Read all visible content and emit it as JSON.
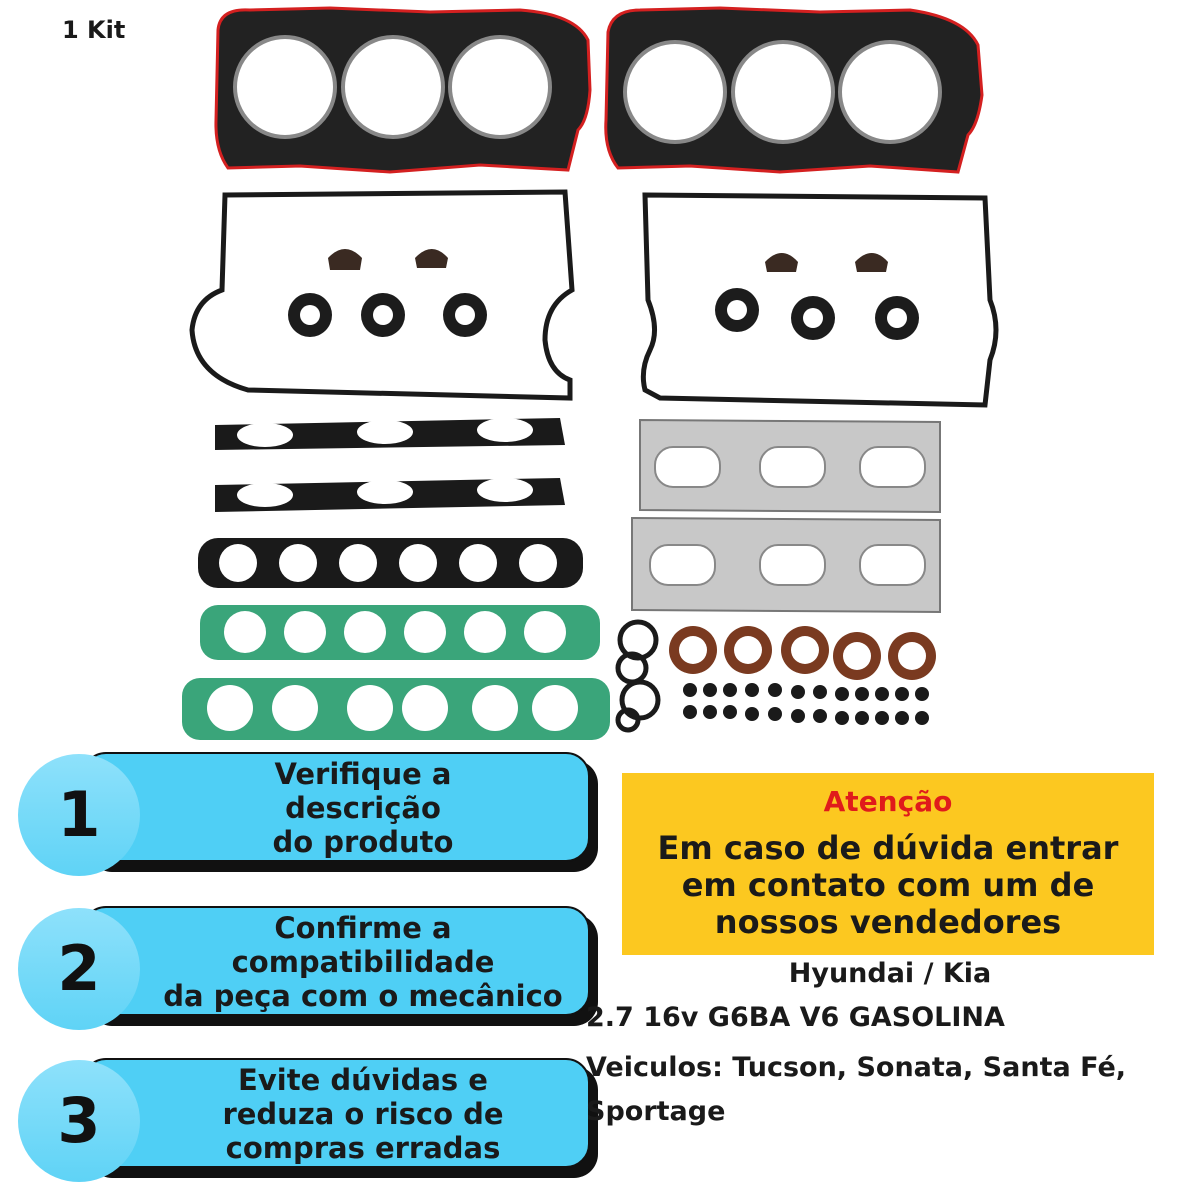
{
  "kit_label": "1 Kit",
  "steps": [
    {
      "number": "1",
      "lines": [
        "Verifique a",
        "descrição",
        "do produto"
      ]
    },
    {
      "number": "2",
      "lines": [
        "Confirme a",
        "compatibilidade",
        "da peça com o mecânico"
      ]
    },
    {
      "number": "3",
      "lines": [
        "Evite dúvidas e",
        "reduza o risco de",
        "compras erradas"
      ]
    }
  ],
  "notice": {
    "title": "Atenção",
    "lines": [
      "Em caso de dúvida entrar",
      "em contato com um de",
      "nossos vendedores"
    ]
  },
  "brand": "Hyundai / Kia",
  "engine": "2.7 16v G6BA V6 GASOLINA",
  "vehicles_lines": [
    "Veiculos: Tucson, Sonata, Santa Fé,",
    "Sportage"
  ],
  "colors": {
    "step_bar": "#4fcff5",
    "step_circle": "#8ee1fb",
    "notice_bg": "#fcc820",
    "notice_title": "#e01b1b",
    "head_gasket": "#2a2a2a",
    "head_gasket_trim": "#d42020",
    "intake_gasket_green": "#3aa57a",
    "exhaust_gasket": "#c8c8c8",
    "seal_brown": "#7a3a20"
  }
}
